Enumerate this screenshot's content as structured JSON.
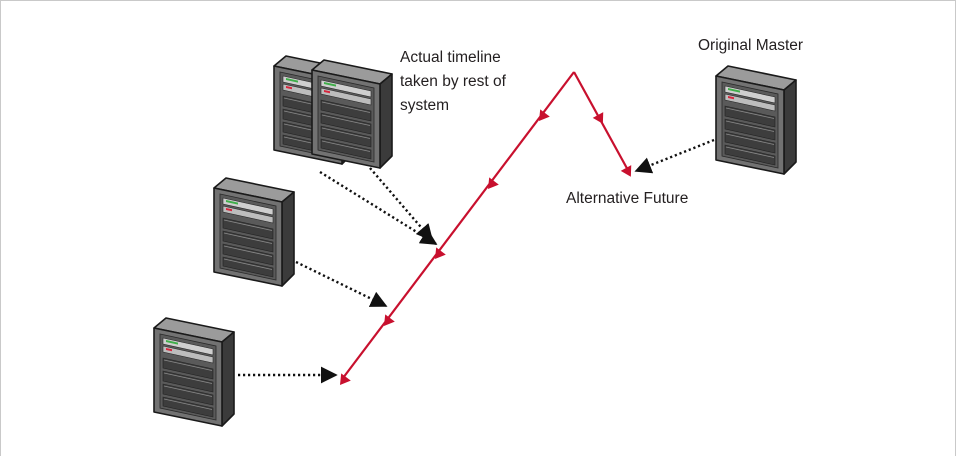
{
  "labels": {
    "timeline_line1": "Actual timeline",
    "timeline_line2": "taken by rest of",
    "timeline_line3": "system",
    "original_master": "Original Master",
    "alternative_future": "Alternative Future"
  },
  "colors": {
    "timeline": "#c8102e",
    "arrow_dotted": "#111111",
    "server_body": "#6e6e6e",
    "server_side": "#3c3c3c",
    "server_top": "#9a9a9a",
    "server_led_green": "#3fae49",
    "server_led_red": "#d7263d"
  },
  "icons": {
    "server": "server-tower-icon",
    "arrow": "arrow-head-icon"
  }
}
